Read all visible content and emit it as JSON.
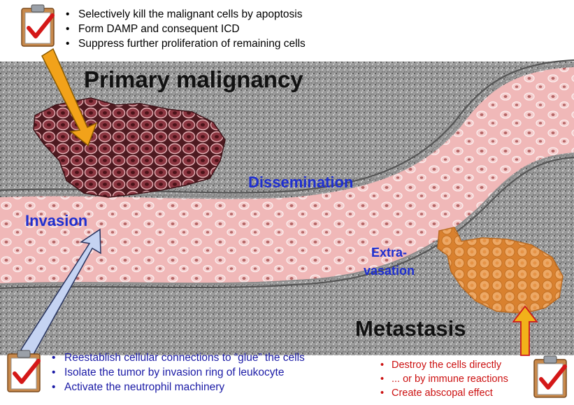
{
  "labels": {
    "primary": "Primary malignancy",
    "metastasis": "Metastasis",
    "dissemination": "Dissemination",
    "invasion": "Invasion",
    "extravasation_line1": "Extra-",
    "extravasation_line2": "vasation"
  },
  "top_list": [
    "Selectively kill the malignant cells by apoptosis",
    "Form DAMP and consequent ICD",
    "Suppress further proliferation of remaining cells"
  ],
  "left_list": [
    "Reestablish cellular connections to “glue” the cells",
    "Isolate the tumor by invasion ring of leukocyte",
    "Activate the neutrophil machinery"
  ],
  "right_list": [
    "Destroy the cells directly",
    "... or by immune reactions",
    "Create abscopal effect"
  ],
  "colors": {
    "primary_tumor": "#7a2a33",
    "metastasis": "#e89a4a",
    "vessel": "#f0b8b8",
    "blue_text": "#1f2fd0",
    "red_text": "#cc1111",
    "arrow_orange": "#f2a21a",
    "arrow_blue": "#c5d3f2"
  },
  "icons": [
    "clipboard-check-icon",
    "clipboard-check-icon",
    "clipboard-check-icon"
  ]
}
